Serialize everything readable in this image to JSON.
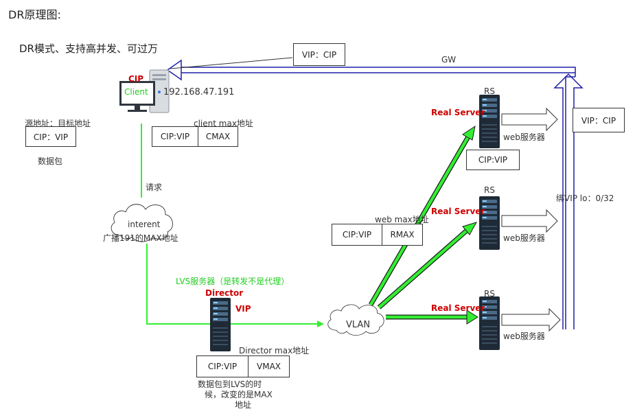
{
  "heading": "DR原理图:",
  "subtitle": "DR模式、支持高并发、可过万",
  "client": {
    "cip_label": "CIP",
    "name": "Client",
    "ip": "192.168.47.191",
    "max_caption": "client max地址",
    "packet": [
      "CIP:VIP",
      "CMAX"
    ]
  },
  "legend": {
    "src_dst": "源地址：目标地址",
    "box": "CIP：VIP",
    "packet_label": "数据包"
  },
  "request_label": "请求",
  "internet": {
    "line1": "interent",
    "line2": "广播191的MAX地址"
  },
  "director": {
    "caption": "LVS服务器（是转发不是代理）",
    "name": "Director",
    "vip": "VIP",
    "max_caption": "Director max地址",
    "packet": [
      "CIP:VIP",
      "VMAX"
    ],
    "note": [
      "数据包到LVS的时",
      "候，改变的是MAX",
      "地址"
    ]
  },
  "vlan_label": "VLAN",
  "web_max": {
    "caption": "web max地址",
    "packet": [
      "CIP:VIP",
      "RMAX"
    ]
  },
  "rs": [
    {
      "rs_label": "RS",
      "name": "Real Server",
      "service": "web服务器"
    },
    {
      "rs_label": "RS",
      "name": "Real Server",
      "service": "web服务器"
    },
    {
      "rs_label": "RS",
      "name": "Real Server",
      "service": "web服务器"
    }
  ],
  "rs1_packet": "CIP:VIP",
  "return_path": {
    "gw": "GW",
    "top_box": "VIP：CIP",
    "right_box": "VIP：CIP",
    "bind_vip": "绑VIP lo：0/32"
  },
  "colors": {
    "green": "#33ee33",
    "green_text": "#22cc22",
    "red": "#cc0000",
    "blue": "#1f1fa8",
    "server": "#1e2a36"
  }
}
